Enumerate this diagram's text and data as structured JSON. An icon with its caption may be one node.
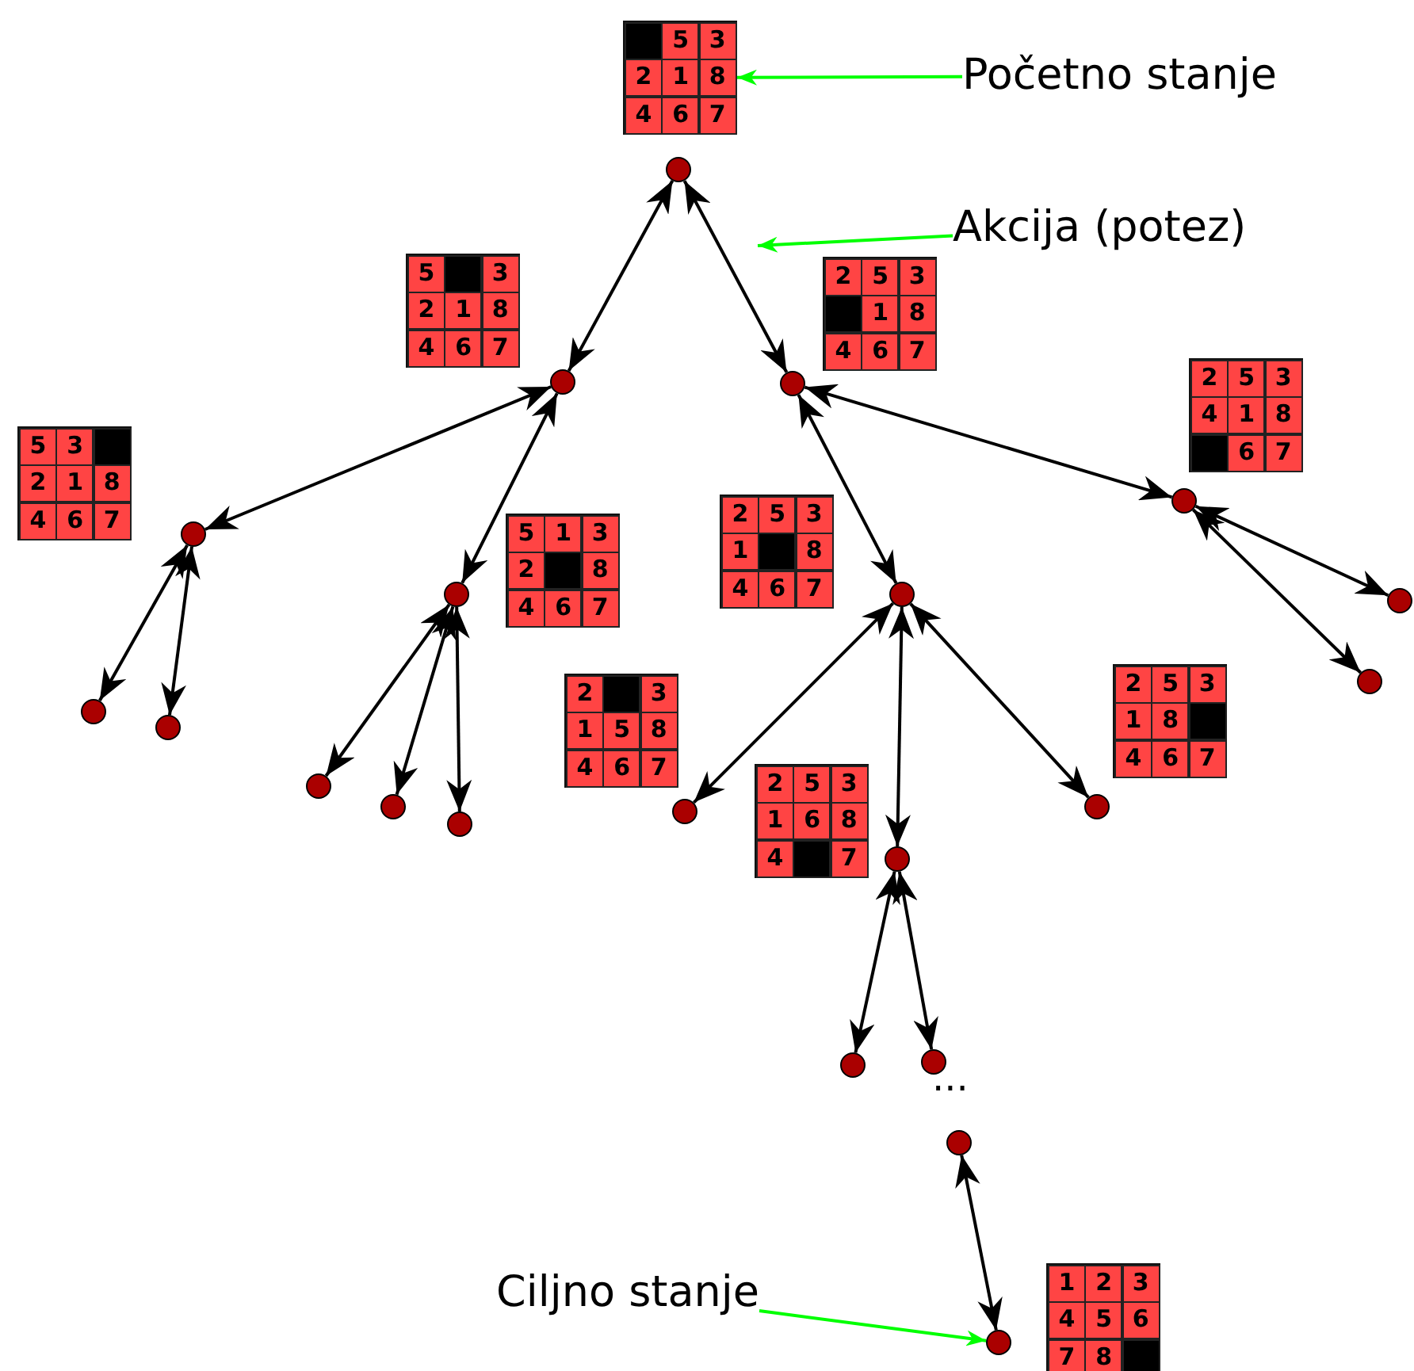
{
  "diagram": {
    "nodes": [
      {
        "text": [],
        "shape": "box"
      },
      {
        "text": [],
        "shape": "box",
        "in": 0
      },
      {
        "text": [
          "5"
        ],
        "in": 0
      },
      {
        "text": [
          "3"
        ],
        "in": 0
      },
      {
        "text": [
          "2"
        ],
        "in": 0
      },
      {
        "text": [
          "1"
        ],
        "in": 0
      },
      {
        "text": [
          "8"
        ],
        "in": 0
      },
      {
        "text": [
          "4"
        ],
        "in": 0
      },
      {
        "text": [
          "6"
        ],
        "in": 0
      },
      {
        "text": [
          "7"
        ],
        "in": 0
      },
      {
        "text": [],
        "shape": "box"
      },
      {
        "text": [
          "5"
        ],
        "in": 10
      },
      {
        "text": [],
        "shape": "box",
        "in": 10
      },
      {
        "text": [
          "3"
        ],
        "in": 10
      },
      {
        "text": [
          "2"
        ],
        "in": 10
      },
      {
        "text": [
          "1"
        ],
        "in": 10
      },
      {
        "text": [
          "8"
        ],
        "in": 10
      },
      {
        "text": [
          "4"
        ],
        "in": 10
      },
      {
        "text": [
          "6"
        ],
        "in": 10
      },
      {
        "text": [
          "7"
        ],
        "in": 10
      },
      {
        "text": [],
        "shape": "box"
      },
      {
        "text": [
          "2"
        ],
        "in": 20
      },
      {
        "text": [
          "5"
        ],
        "in": 20
      },
      {
        "text": [
          "3"
        ],
        "in": 20
      },
      {
        "text": [],
        "shape": "box",
        "in": 20
      },
      {
        "text": [
          "1"
        ],
        "in": 20
      },
      {
        "text": [
          "8"
        ],
        "in": 20
      },
      {
        "text": [
          "4"
        ],
        "in": 20
      },
      {
        "text": [
          "6"
        ],
        "in": 20
      },
      {
        "text": [
          "7"
        ],
        "in": 20
      },
      {
        "text": [],
        "shape": "box"
      },
      {
        "text": [
          "5"
        ],
        "in": 30
      },
      {
        "text": [
          "3"
        ],
        "in": 30
      },
      {
        "text": [],
        "shape": "box",
        "in": 30
      },
      {
        "text": [
          "2"
        ],
        "in": 30
      },
      {
        "text": [
          "1"
        ],
        "in": 30
      },
      {
        "text": [
          "8"
        ],
        "in": 30
      },
      {
        "text": [
          "4"
        ],
        "in": 30
      },
      {
        "text": [
          "6"
        ],
        "in": 30
      },
      {
        "text": [
          "7"
        ],
        "in": 30
      },
      {
        "text": [],
        "shape": "box"
      },
      {
        "text": [
          "5"
        ],
        "in": 40
      },
      {
        "text": [
          "1"
        ],
        "in": 40
      },
      {
        "text": [
          "3"
        ],
        "in": 40
      },
      {
        "text": [
          "2"
        ],
        "in": 40
      },
      {
        "text": [],
        "shape": "box",
        "in": 40
      },
      {
        "text": [
          "8"
        ],
        "in": 40
      },
      {
        "text": [
          "4"
        ],
        "in": 40
      },
      {
        "text": [
          "6"
        ],
        "in": 40
      },
      {
        "text": [
          "7"
        ],
        "in": 40
      },
      {
        "text": [],
        "shape": "box"
      },
      {
        "text": [
          "2"
        ],
        "in": 50
      },
      {
        "text": [
          "5"
        ],
        "in": 50
      },
      {
        "text": [
          "3"
        ],
        "in": 50
      },
      {
        "text": [
          "1"
        ],
        "in": 50
      },
      {
        "text": [],
        "shape": "box",
        "in": 50
      },
      {
        "text": [
          "8"
        ],
        "in": 50
      },
      {
        "text": [
          "4"
        ],
        "in": 50
      },
      {
        "text": [
          "6"
        ],
        "in": 50
      },
      {
        "text": [
          "7"
        ],
        "in": 50
      },
      {
        "text": [],
        "shape": "box"
      },
      {
        "text": [
          "2"
        ],
        "in": 60
      },
      {
        "text": [
          "5"
        ],
        "in": 60
      },
      {
        "text": [
          "3"
        ],
        "in": 60
      },
      {
        "text": [
          "4"
        ],
        "in": 60
      },
      {
        "text": [
          "1"
        ],
        "in": 60
      },
      {
        "text": [
          "8"
        ],
        "in": 60
      },
      {
        "text": [],
        "shape": "box",
        "in": 60
      },
      {
        "text": [
          "6"
        ],
        "in": 60
      },
      {
        "text": [
          "7"
        ],
        "in": 60
      },
      {
        "text": [],
        "shape": "box"
      },
      {
        "text": [
          "2"
        ],
        "in": 70
      },
      {
        "text": [],
        "shape": "box",
        "in": 70
      },
      {
        "text": [
          "3"
        ],
        "in": 70
      },
      {
        "text": [
          "1"
        ],
        "in": 70
      },
      {
        "text": [
          "5"
        ],
        "in": 70
      },
      {
        "text": [
          "8"
        ],
        "in": 70
      },
      {
        "text": [
          "4"
        ],
        "in": 70
      },
      {
        "text": [
          "6"
        ],
        "in": 70
      },
      {
        "text": [
          "7"
        ],
        "in": 70
      },
      {
        "text": [],
        "shape": "box"
      },
      {
        "text": [
          "2"
        ],
        "in": 80
      },
      {
        "text": [
          "5"
        ],
        "in": 80
      },
      {
        "text": [
          "3"
        ],
        "in": 80
      },
      {
        "text": [
          "1"
        ],
        "in": 80
      },
      {
        "text": [
          "8"
        ],
        "in": 80
      },
      {
        "text": [],
        "shape": "box",
        "in": 80
      },
      {
        "text": [
          "4"
        ],
        "in": 80
      },
      {
        "text": [
          "6"
        ],
        "in": 80
      },
      {
        "text": [
          "7"
        ],
        "in": 80
      },
      {
        "text": [],
        "shape": "box"
      },
      {
        "text": [
          "2"
        ],
        "in": 90
      },
      {
        "text": [
          "5"
        ],
        "in": 90
      },
      {
        "text": [
          "3"
        ],
        "in": 90
      },
      {
        "text": [
          "1"
        ],
        "in": 90
      },
      {
        "text": [
          "6"
        ],
        "in": 90
      },
      {
        "text": [
          "8"
        ],
        "in": 90
      },
      {
        "text": [
          "4"
        ],
        "in": 90
      },
      {
        "text": [],
        "shape": "box",
        "in": 90
      },
      {
        "text": [
          "7"
        ],
        "in": 90
      },
      {
        "text": [],
        "shape": "box"
      },
      {
        "text": [
          "1"
        ],
        "in": 100
      },
      {
        "text": [
          "2"
        ],
        "in": 100
      },
      {
        "text": [
          "3"
        ],
        "in": 100
      },
      {
        "text": [
          "4"
        ],
        "in": 100
      },
      {
        "text": [
          "5"
        ],
        "in": 100
      },
      {
        "text": [
          "6"
        ],
        "in": 100
      },
      {
        "text": [
          "7"
        ],
        "in": 100
      },
      {
        "text": [
          "8"
        ],
        "in": 100
      },
      {
        "text": [],
        "shape": "box",
        "in": 100
      },
      {
        "text": [],
        "shape": "circle"
      },
      {
        "text": [],
        "shape": "circle"
      },
      {
        "text": [],
        "shape": "circle"
      },
      {
        "text": [],
        "shape": "circle"
      },
      {
        "text": [],
        "shape": "circle"
      },
      {
        "text": [],
        "shape": "circle"
      },
      {
        "text": [],
        "shape": "circle"
      },
      {
        "text": [],
        "shape": "circle"
      },
      {
        "text": [],
        "shape": "circle"
      },
      {
        "text": [],
        "shape": "circle"
      },
      {
        "text": [],
        "shape": "circle"
      },
      {
        "text": [],
        "shape": "circle"
      },
      {
        "text": [],
        "shape": "circle"
      },
      {
        "text": [],
        "shape": "circle"
      },
      {
        "text": [],
        "shape": "circle"
      },
      {
        "text": [],
        "shape": "circle"
      },
      {
        "text": [],
        "shape": "circle"
      },
      {
        "text": [],
        "shape": "circle"
      },
      {
        "text": [],
        "shape": "circle"
      },
      {
        "text": [],
        "shape": "circle"
      },
      {
        "text": [],
        "shape": "circle"
      },
      {
        "text": [
          "Početno stanje"
        ]
      },
      {
        "text": [
          "Akcija (potez)"
        ]
      },
      {
        "text": [
          "Ciljno stanje"
        ]
      }
    ],
    "edges": [
      {
        "from": 110,
        "to": 111,
        "arrow": "both"
      },
      {
        "from": 110,
        "to": 112,
        "arrow": "both"
      },
      {
        "from": 111,
        "to": 113,
        "arrow": "both"
      },
      {
        "from": 111,
        "to": 114,
        "arrow": "both"
      },
      {
        "from": 112,
        "to": 115,
        "arrow": "both"
      },
      {
        "from": 112,
        "to": 116,
        "arrow": "both"
      },
      {
        "from": 113,
        "to": 117,
        "arrow": "both"
      },
      {
        "from": 113,
        "to": 118,
        "arrow": "both"
      },
      {
        "from": 114,
        "to": 119,
        "arrow": "both"
      },
      {
        "from": 114,
        "to": 120,
        "arrow": "both"
      },
      {
        "from": 114,
        "to": 121,
        "arrow": "both"
      },
      {
        "from": 115,
        "to": 122,
        "arrow": "both"
      },
      {
        "from": 115,
        "to": 123,
        "arrow": "both"
      },
      {
        "from": 115,
        "to": 124,
        "arrow": "both"
      },
      {
        "from": 116,
        "to": 125,
        "arrow": "both"
      },
      {
        "from": 116,
        "to": 126,
        "arrow": "both"
      },
      {
        "from": 123,
        "to": 127,
        "arrow": "both"
      },
      {
        "from": 123,
        "to": 128,
        "arrow": "both"
      },
      {
        "from": 129,
        "to": 130,
        "arrow": "both"
      },
      {
        "from": 131,
        "to": 0,
        "arrow": "to",
        "color": "#00ff00"
      },
      {
        "from": 132,
        "to": null,
        "arrow": "to",
        "color": "#00ff00"
      },
      {
        "from": 133,
        "to": 130,
        "arrow": "to",
        "color": "#00ff00"
      }
    ],
    "labels": [
      "..."
    ]
  }
}
